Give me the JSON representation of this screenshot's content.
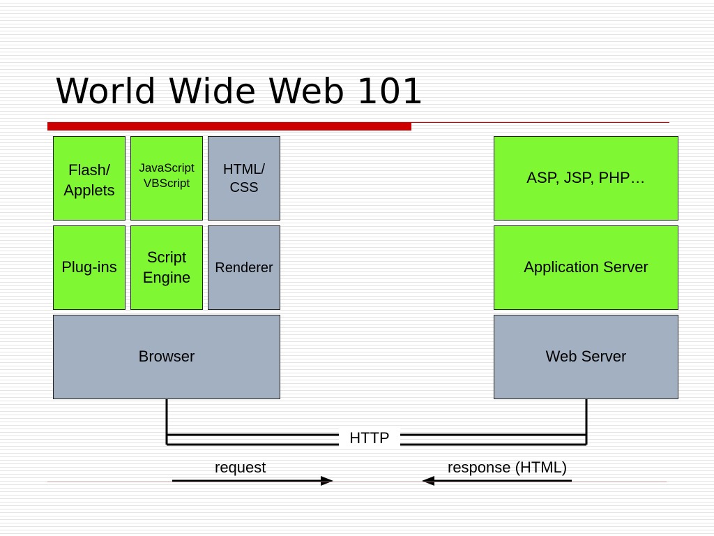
{
  "title": "World Wide Web 101",
  "client": {
    "flash_applets": "Flash/\nApplets",
    "javascript_vbscript": "JavaScript\nVBScript",
    "html_css": "HTML/\nCSS",
    "plugins": "Plug-ins",
    "script_engine": "Script\nEngine",
    "renderer": "Renderer",
    "browser": "Browser"
  },
  "server": {
    "asp_jsp_php": "ASP, JSP, PHP…",
    "application_server": "Application Server",
    "web_server": "Web Server"
  },
  "connection": {
    "protocol": "HTTP",
    "request_label": "request",
    "response_label": "response (HTML)"
  },
  "colors": {
    "green_box": "#80f733",
    "grey_box": "#a2b0c2",
    "accent_red": "#cc0000"
  }
}
